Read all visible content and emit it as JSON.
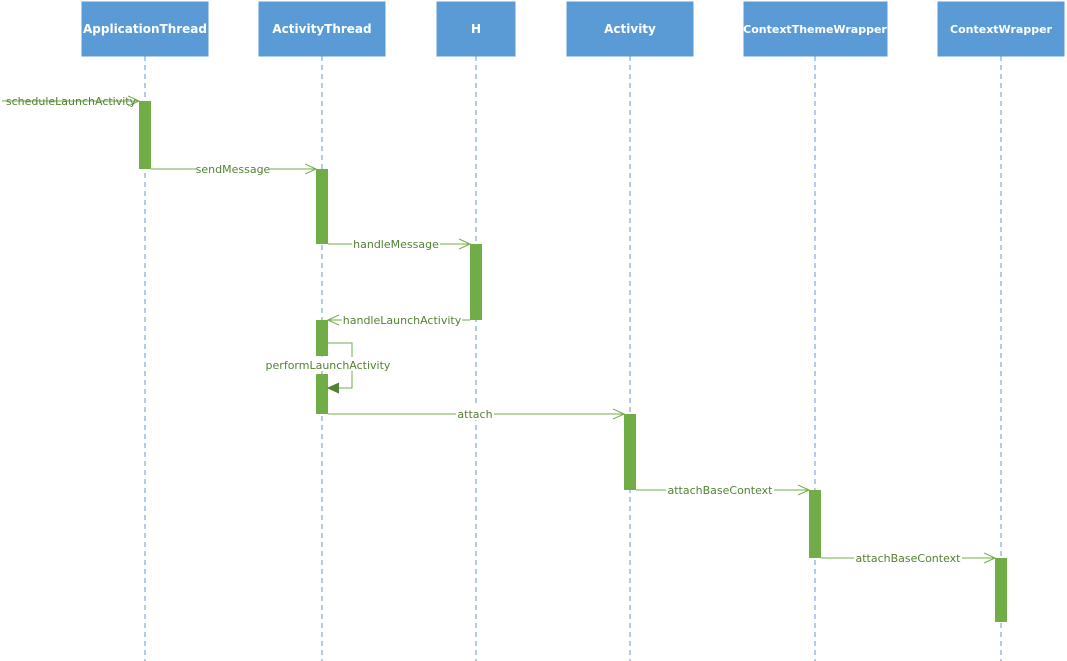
{
  "diagram": {
    "type": "sequence",
    "lifelines": [
      {
        "name": "ApplicationThread"
      },
      {
        "name": "ActivityThread"
      },
      {
        "name": "H"
      },
      {
        "name": "Activity"
      },
      {
        "name": "ContextThemeWrapper"
      },
      {
        "name": "ContextWrapper"
      }
    ],
    "messages": [
      {
        "label": "scheduleLaunchActivity",
        "from": "external",
        "to": "ApplicationThread"
      },
      {
        "label": "sendMessage",
        "from": "ApplicationThread",
        "to": "ActivityThread"
      },
      {
        "label": "handleMessage",
        "from": "ActivityThread",
        "to": "H"
      },
      {
        "label": "handleLaunchActivity",
        "from": "H",
        "to": "ActivityThread"
      },
      {
        "label": "performLaunchActivity",
        "from": "ActivityThread",
        "to": "ActivityThread"
      },
      {
        "label": "attach",
        "from": "ActivityThread",
        "to": "Activity"
      },
      {
        "label": "attachBaseContext",
        "from": "Activity",
        "to": "ContextThemeWrapper"
      },
      {
        "label": "attachBaseContext",
        "from": "ContextThemeWrapper",
        "to": "ContextWrapper"
      }
    ],
    "colors": {
      "lifeline_header": "#5b9bd5",
      "lifeline_text": "#ffffff",
      "activation": "#70ad47",
      "message": "#70ad47",
      "message_text": "#548235"
    }
  }
}
